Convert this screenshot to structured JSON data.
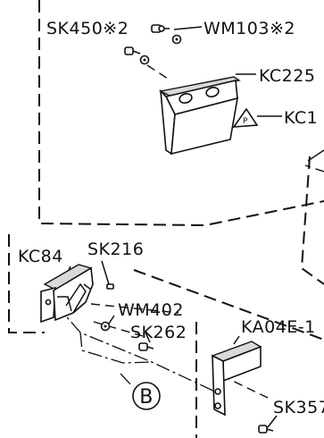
{
  "labels": {
    "sk450": "SK450※2",
    "wm103": "WM103※2",
    "kc225": "KC225",
    "kc1": "KC1",
    "kc84": "KC84",
    "sk216": "SK216",
    "wm402": "WM402",
    "sk262": "SK262",
    "ka04e": "KA04E-1",
    "sk357": "SK357",
    "b_marker": "B"
  }
}
